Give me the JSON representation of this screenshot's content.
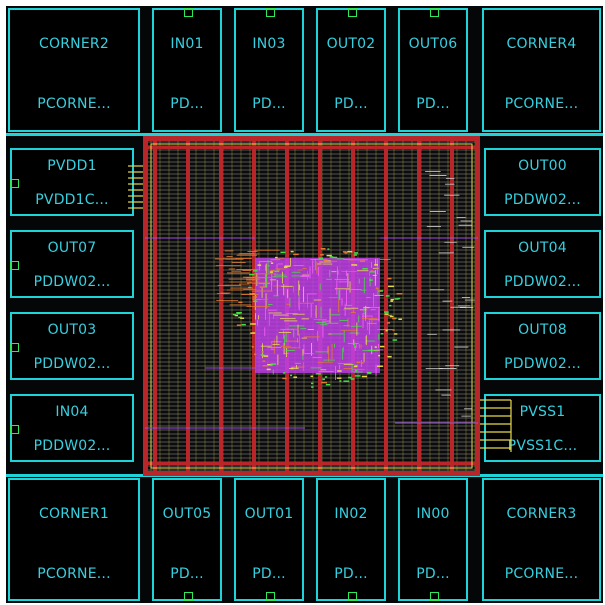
{
  "layout_view": {
    "pads": {
      "corner_top_left": {
        "name": "CORNER2",
        "cell": "PCORNE..."
      },
      "top_1": {
        "name": "IN01",
        "cell": "PD..."
      },
      "top_2": {
        "name": "IN03",
        "cell": "PD..."
      },
      "top_3": {
        "name": "OUT02",
        "cell": "PD..."
      },
      "top_4": {
        "name": "OUT06",
        "cell": "PD..."
      },
      "corner_top_right": {
        "name": "CORNER4",
        "cell": "PCORNE..."
      },
      "left_1": {
        "name": "PVDD1",
        "cell": "PVDD1C..."
      },
      "left_2": {
        "name": "OUT07",
        "cell": "PDDW02..."
      },
      "left_3": {
        "name": "OUT03",
        "cell": "PDDW02..."
      },
      "left_4": {
        "name": "IN04",
        "cell": "PDDW02..."
      },
      "right_1": {
        "name": "OUT00",
        "cell": "PDDW02..."
      },
      "right_2": {
        "name": "OUT04",
        "cell": "PDDW02..."
      },
      "right_3": {
        "name": "OUT08",
        "cell": "PDDW02..."
      },
      "right_4": {
        "name": "PVSS1",
        "cell": "PVSS1C..."
      },
      "corner_bottom_left": {
        "name": "CORNER1",
        "cell": "PCORNE..."
      },
      "bottom_1": {
        "name": "OUT05",
        "cell": "PD..."
      },
      "bottom_2": {
        "name": "OUT01",
        "cell": "PD..."
      },
      "bottom_3": {
        "name": "IN02",
        "cell": "PD..."
      },
      "bottom_4": {
        "name": "IN00",
        "cell": "PD..."
      },
      "corner_bottom_right": {
        "name": "CORNER3",
        "cell": "PCORNE..."
      }
    },
    "colors": {
      "background": "#050608",
      "pad_outline": "#1fd4d8",
      "pad_text": "#36d0e0",
      "pin": "#2ee85a",
      "power_stripe": "#b8262a",
      "metal_h": "#8a8a8a",
      "metal_v": "#c8c83a",
      "std_cells": "#c040e8",
      "routing_green": "#3fe040",
      "routing_yellow": "#e6d84a",
      "routing_orange": "#e07830"
    }
  }
}
